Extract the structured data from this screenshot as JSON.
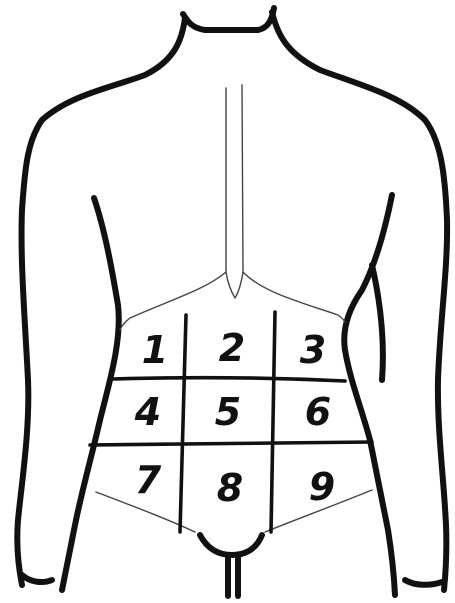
{
  "regions": [
    {
      "id": 1,
      "label": "1"
    },
    {
      "id": 2,
      "label": "2"
    },
    {
      "id": 3,
      "label": "3"
    },
    {
      "id": 4,
      "label": "4"
    },
    {
      "id": 5,
      "label": "5"
    },
    {
      "id": 6,
      "label": "6"
    },
    {
      "id": 7,
      "label": "7"
    },
    {
      "id": 8,
      "label": "8"
    },
    {
      "id": 9,
      "label": "9"
    }
  ],
  "colors": {
    "ink": "#111111",
    "fine_line": "#444444",
    "background": "#ffffff"
  }
}
